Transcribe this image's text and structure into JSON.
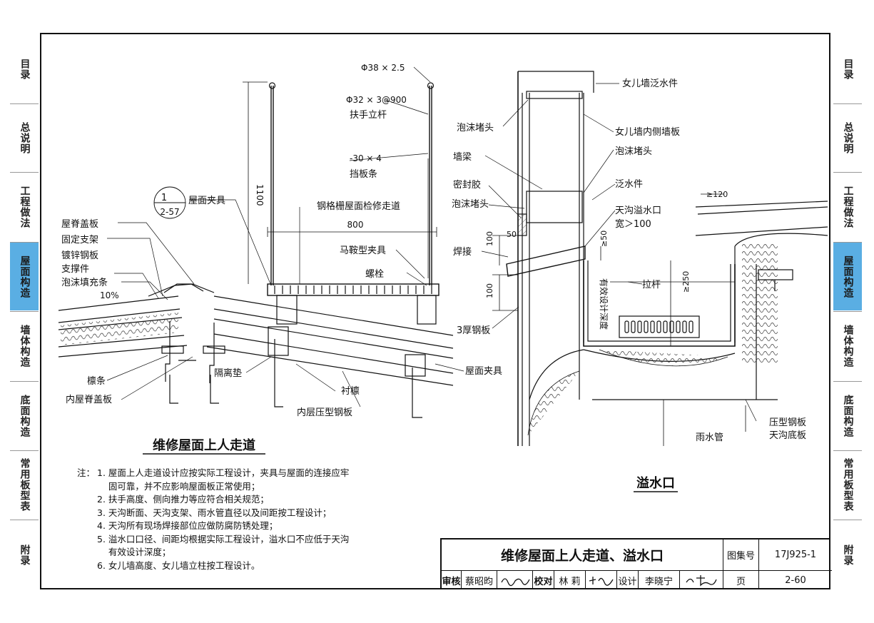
{
  "left_tabs": [
    "目录",
    "总说明",
    "工程做法",
    "屋面构造",
    "墙体构造",
    "底面构造",
    "常用板型表",
    "附录"
  ],
  "right_tabs": [
    "目录",
    "总说明",
    "工程做法",
    "屋面构造",
    "墙体构造",
    "底面构造",
    "常用板型表",
    "附录"
  ],
  "active_tab_index": 3,
  "colors": {
    "active_tab": "#5aaee3",
    "line": "#111111"
  },
  "left_drawing": {
    "title": "维修屋面上人走道",
    "ref_top": "1",
    "ref_bottom": "2-57",
    "labels": {
      "ridge_cap": "屋脊盖板",
      "fixed_bracket": "固定支架",
      "galvanized_support_1": "镀锌钢板",
      "galvanized_support_2": "支撑件",
      "foam_filler": "泡沫填充条",
      "slope": "10%",
      "purlin": "檩条",
      "inner_ridge_cap": "内屋脊盖板",
      "spacer": "隔离垫",
      "sub_purlin": "衬檩",
      "inner_profiled_sheet": "内层压型钢板",
      "roof_clamp_bottom": "屋面夹具",
      "roof_clamp_top": "屋面夹具",
      "grating_walkway": "钢格栅屋面检修走道",
      "width_dim": "800",
      "height_dim": "1100",
      "rail_pipe": "Φ38 × 2.5",
      "post_pipe": "Φ32 × 3@900",
      "post_name": "扶手立杆",
      "kick_plate": "-30 × 4",
      "kick_plate_name": "挡板条",
      "saddle_clamp": "马鞍型夹具",
      "bolt": "螺栓"
    }
  },
  "right_drawing": {
    "title": "溢水口",
    "labels": {
      "parapet_flashing": "女儿墙泛水件",
      "foam_plug_1": "泡沫堵头",
      "parapet_inner_panel": "女儿墙内侧墙板",
      "wall_beam": "墙梁",
      "foam_plug_2": "泡沫堵头",
      "sealant": "密封胶",
      "flashing": "泛水件",
      "foam_plug_3": "泡沫堵头",
      "overflow_1": "天沟溢水口",
      "overflow_2": "宽＞100",
      "weld": "焊接",
      "tie_rod": "拉杆",
      "plate_3": "3厚钢板",
      "effective_depth": "有效设计深度",
      "downpipe": "雨水管",
      "gutter_bottom_1": "压型钢板",
      "gutter_bottom_2": "天沟底板",
      "dim_120": "≥120",
      "dim_50a": "50",
      "dim_50b": "≥50",
      "dim_100a": "100",
      "dim_100b": "100",
      "dim_250": "≥250"
    }
  },
  "notes": {
    "label": "注：",
    "items": [
      "1. 屋面上人走道设计应按实际工程设计，夹具与屋面的连接应牢",
      "    固可靠，并不应影响屋面板正常使用；",
      "2. 扶手高度、侧向推力等应符合相关规范；",
      "3. 天沟断面、天沟支架、雨水管直径以及间距按工程设计；",
      "4. 天沟所有现场焊接部位应做防腐防锈处理；",
      "5. 溢水口口径、间距均根据实际工程设计，溢水口不应低于天沟",
      "    有效设计深度；",
      "6. 女儿墙高度、女儿墙立柱按工程设计。"
    ]
  },
  "title_block": {
    "sheet_title": "维修屋面上人走道、溢水口",
    "atlas_label": "图集号",
    "atlas_no": "17J925-1",
    "page_label": "页",
    "page_no": "2-60",
    "review_label": "审核",
    "reviewer": "蔡昭昀",
    "check_label": "校对",
    "checker": "林 莉",
    "design_label": "设计",
    "designer": "李晓宁"
  }
}
